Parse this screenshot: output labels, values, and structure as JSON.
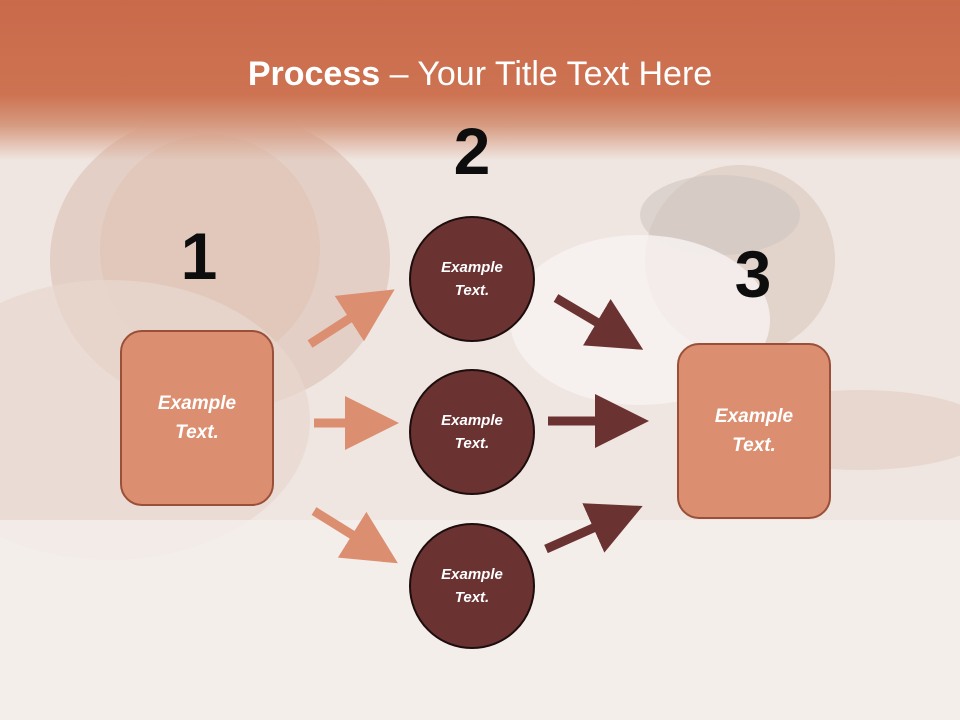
{
  "title": {
    "bold": "Process",
    "rest": " – Your Title Text Here"
  },
  "steps": [
    {
      "number": "1",
      "label_line1": "Example",
      "label_line2": "Text."
    },
    {
      "number": "2"
    },
    {
      "number": "3",
      "label_line1": "Example",
      "label_line2": "Text."
    }
  ],
  "circles": [
    {
      "label_line1": "Example",
      "label_line2": "Text."
    },
    {
      "label_line1": "Example",
      "label_line2": "Text."
    },
    {
      "label_line1": "Example",
      "label_line2": "Text."
    }
  ],
  "colors": {
    "title_band": "#cd7352",
    "box_fill": "#dc8f70",
    "circle_fill": "#6b3232",
    "arrow_light": "#dc8f70",
    "arrow_dark": "#6b3232"
  }
}
